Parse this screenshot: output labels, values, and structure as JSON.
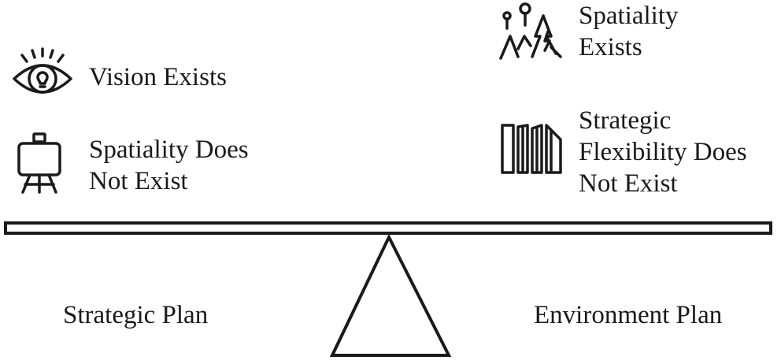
{
  "left": {
    "items": [
      {
        "icon": "eye-vision-icon",
        "lines": [
          "Vision Exists"
        ]
      },
      {
        "icon": "easel-icon",
        "lines": [
          "Spatiality Does",
          "Not Exist"
        ]
      }
    ],
    "plan_label": "Strategic Plan"
  },
  "right": {
    "items": [
      {
        "icon": "landscape-icon",
        "lines": [
          "Spatiality",
          "Exists"
        ]
      },
      {
        "icon": "broken-bars-icon",
        "lines": [
          "Strategic",
          "Flexibility Does",
          "Not Exist"
        ]
      }
    ],
    "plan_label": "Environment Plan"
  },
  "colors": {
    "stroke": "#1a1a1a",
    "background": "#ffffff"
  }
}
